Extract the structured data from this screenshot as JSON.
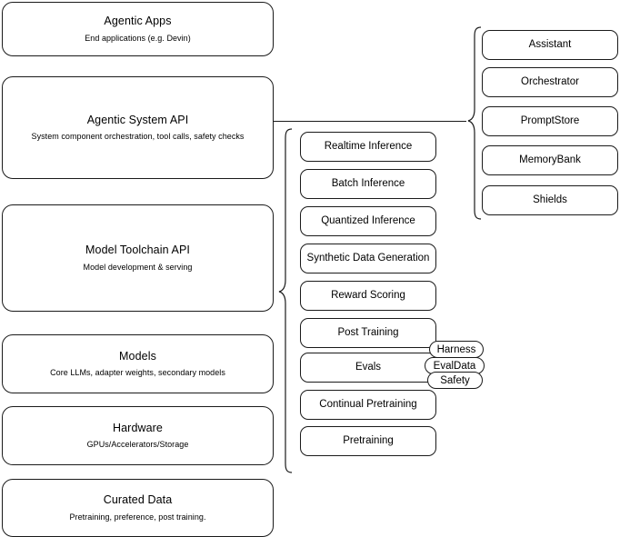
{
  "diagram": {
    "title": "AI stack layer architecture diagram",
    "stroke_color": "#1a1a1a",
    "background_color": "#ffffff"
  },
  "layers": [
    {
      "id": "agentic-apps",
      "title": "Agentic Apps",
      "subtitle": "End applications (e.g. Devin)"
    },
    {
      "id": "agentic-system-api",
      "title": "Agentic System API",
      "subtitle": "System component orchestration, tool calls, safety checks"
    },
    {
      "id": "model-toolchain-api",
      "title": "Model Toolchain API",
      "subtitle": "Model development & serving"
    },
    {
      "id": "models",
      "title": "Models",
      "subtitle": "Core LLMs, adapter weights, secondary models"
    },
    {
      "id": "hardware",
      "title": "Hardware",
      "subtitle": "GPUs/Accelerators/Storage"
    },
    {
      "id": "curated-data",
      "title": "Curated Data",
      "subtitle": "Pretraining, preference, post training."
    }
  ],
  "toolchain_capabilities": [
    {
      "id": "realtime-inference",
      "label": "Realtime Inference"
    },
    {
      "id": "batch-inference",
      "label": "Batch Inference"
    },
    {
      "id": "quantized-inference",
      "label": "Quantized Inference"
    },
    {
      "id": "synthetic-data-generation",
      "label": "Synthetic Data Generation"
    },
    {
      "id": "reward-scoring",
      "label": "Reward Scoring"
    },
    {
      "id": "post-training",
      "label": "Post Training"
    },
    {
      "id": "evals",
      "label": "Evals"
    },
    {
      "id": "continual-pretraining",
      "label": "Continual Pretraining"
    },
    {
      "id": "pretraining",
      "label": "Pretraining"
    }
  ],
  "evals_subcomponents": [
    {
      "id": "harness",
      "label": "Harness"
    },
    {
      "id": "evaldata",
      "label": "EvalData"
    },
    {
      "id": "safety",
      "label": "Safety"
    }
  ],
  "system_components": [
    {
      "id": "assistant",
      "label": "Assistant"
    },
    {
      "id": "orchestrator",
      "label": "Orchestrator"
    },
    {
      "id": "promptstore",
      "label": "PromptStore"
    },
    {
      "id": "memorybank",
      "label": "MemoryBank"
    },
    {
      "id": "shields",
      "label": "Shields"
    }
  ]
}
